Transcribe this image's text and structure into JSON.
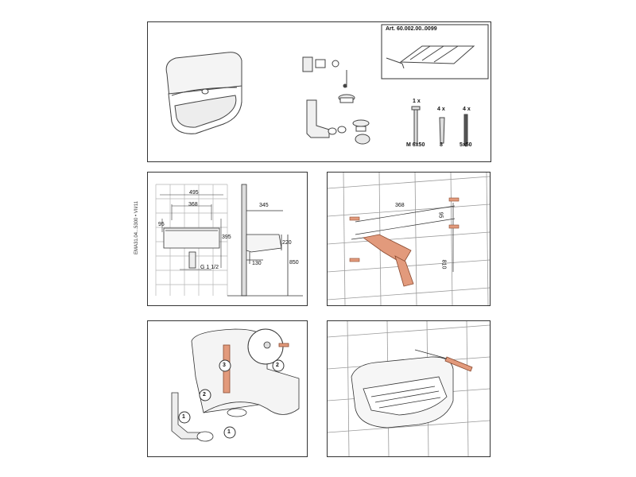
{
  "top_panel": {
    "article_number": "Art. 60.002.00..0099",
    "fixings": [
      {
        "qty": "1 x",
        "size": "M 6x50"
      },
      {
        "qty": "4 x",
        "size": "8"
      },
      {
        "qty": "4 x",
        "size": "5x50"
      }
    ]
  },
  "dimensions_panel": {
    "side_code": "EMA31.04...5300 • VII/11",
    "dims": {
      "w495": "495",
      "w368": "368",
      "h95": "95",
      "h395": "395",
      "g": "G 1 1/2",
      "d345": "345",
      "h220": "220",
      "d130": "130",
      "h850": "850"
    }
  },
  "drill_panel": {
    "w368": "368",
    "h95": "95",
    "h810": "810"
  },
  "assembly_panel": {
    "steps": [
      "1",
      "2",
      "3",
      "2",
      "1"
    ]
  },
  "colors": {
    "line": "#333333",
    "accent": "#e29a7c",
    "tile": "#9a9a9a"
  }
}
